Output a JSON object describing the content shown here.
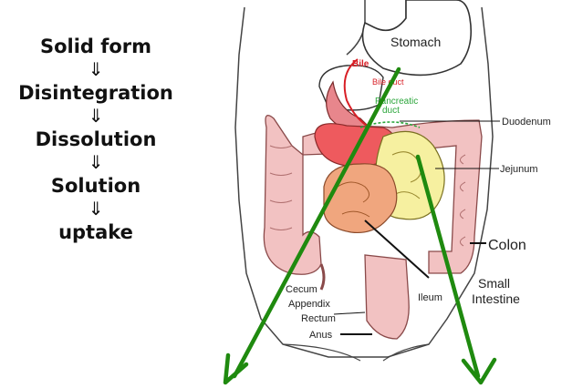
{
  "flow": {
    "steps": [
      "Solid form",
      "Disintegration",
      "Dissolution",
      "Solution",
      "uptake"
    ],
    "arrow_glyph": "⇓"
  },
  "anatomy": {
    "labels": {
      "stomach": "Stomach",
      "bile": "Bile",
      "bile_duct": "Bile duct",
      "pancreatic_duct_1": "Pancreatic",
      "pancreatic_duct_2": "duct",
      "duodenum": "Duodenum",
      "jejunum": "Jejunum",
      "colon": "Colon",
      "cecum": "Cecum",
      "appendix": "Appendix",
      "ileum": "Ileum",
      "small_intestine_1": "Small",
      "small_intestine_2": "Intestine",
      "rectum": "Rectum",
      "anus": "Anus"
    }
  },
  "colors": {
    "uptake_arrow": "#1f8a0f",
    "colon": "#f2c2c2",
    "intestine": "#f0a67e",
    "jejunum": "#f6f0a0",
    "bile": "#d81f26",
    "pancreatic": "#2aa53a",
    "outline": "#333333"
  }
}
